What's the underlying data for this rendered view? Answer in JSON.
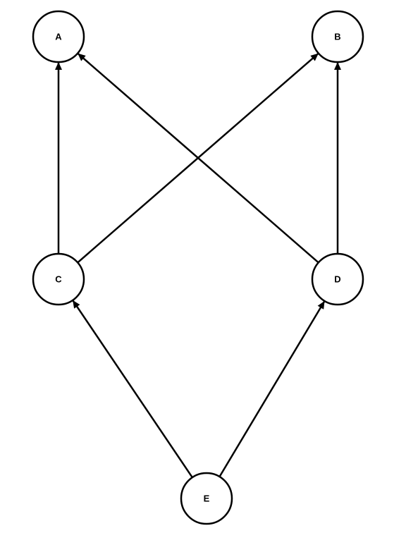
{
  "diagram": {
    "nodes": [
      {
        "id": "A",
        "label": "A"
      },
      {
        "id": "B",
        "label": "B"
      },
      {
        "id": "C",
        "label": "C"
      },
      {
        "id": "D",
        "label": "D"
      },
      {
        "id": "E",
        "label": "E"
      }
    ],
    "edges": [
      {
        "from": "C",
        "to": "A"
      },
      {
        "from": "D",
        "to": "A"
      },
      {
        "from": "C",
        "to": "B"
      },
      {
        "from": "D",
        "to": "B"
      },
      {
        "from": "E",
        "to": "C"
      },
      {
        "from": "E",
        "to": "D"
      }
    ],
    "colors": {
      "stroke": "#000000",
      "fill": "#ffffff",
      "text": "#000000"
    }
  }
}
